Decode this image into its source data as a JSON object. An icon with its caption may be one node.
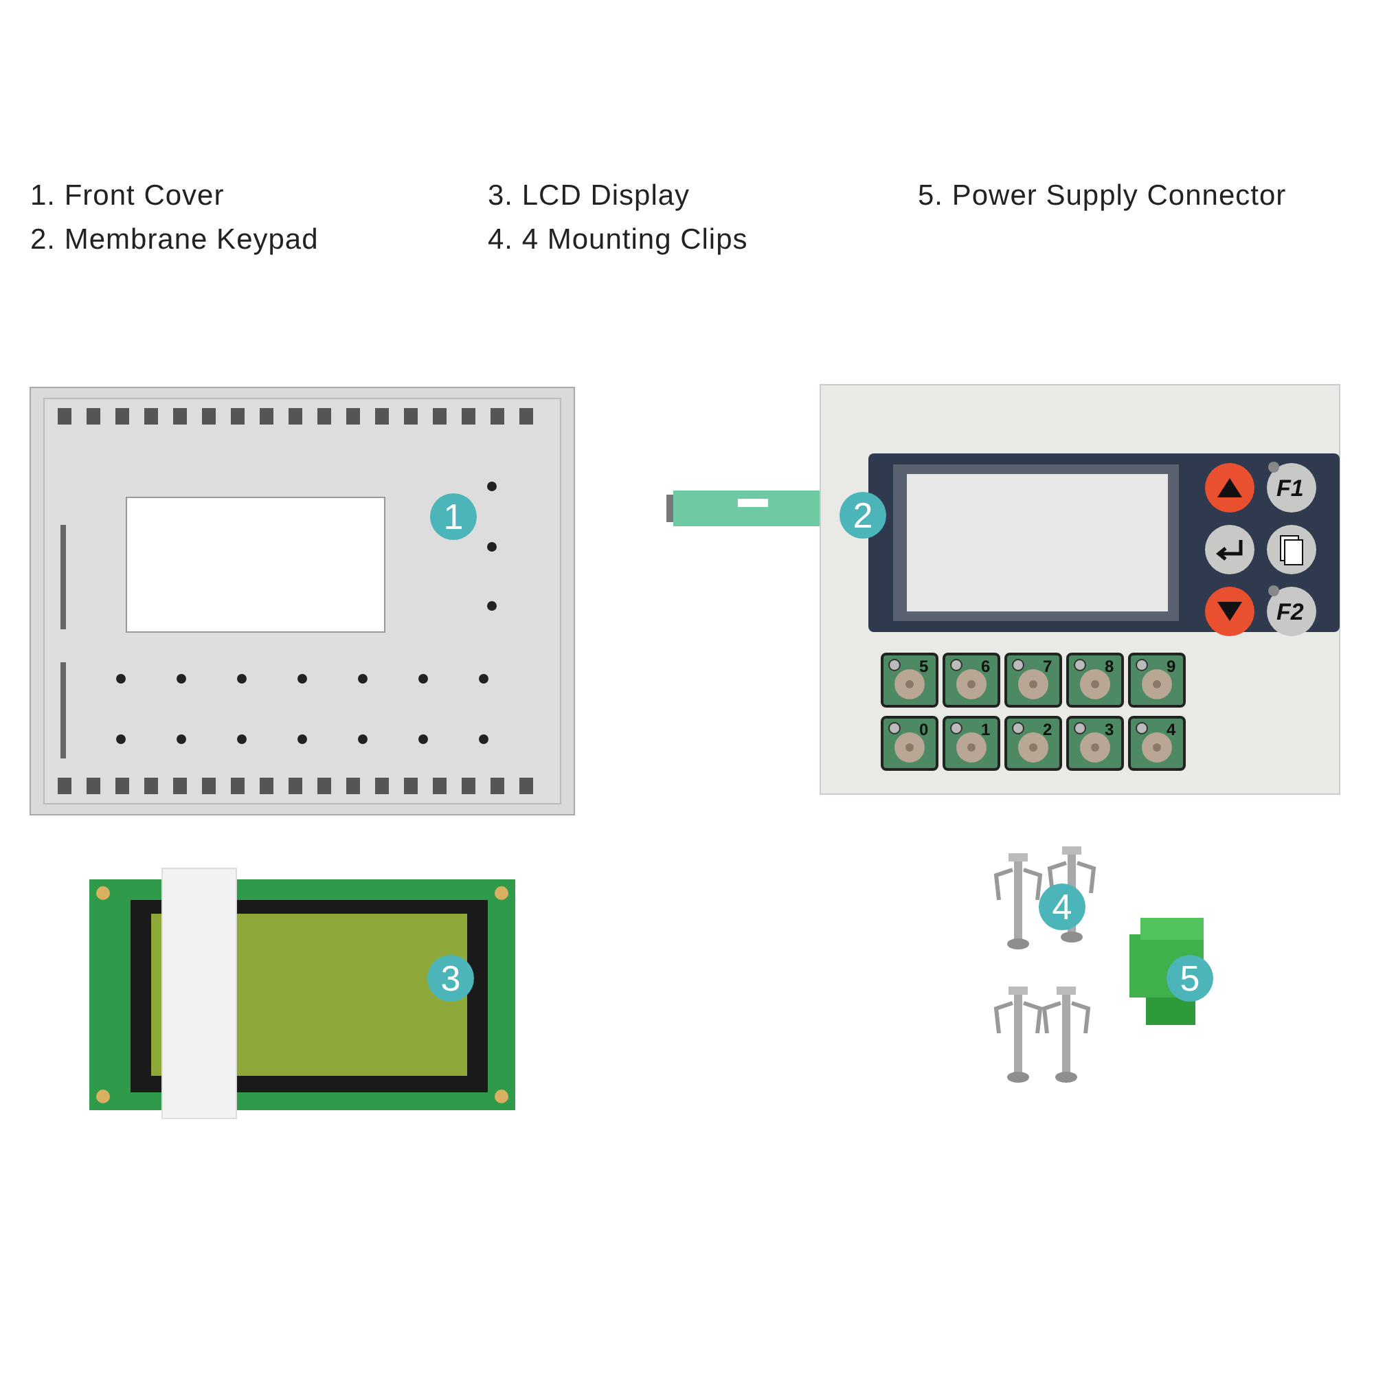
{
  "diagram": {
    "labels": [
      "1. Front Cover",
      "2. Membrane Keypad",
      "3. LCD Display",
      "4. 4 Mounting Clips",
      "5. Power Supply Connector",
      "1",
      "2",
      "3",
      "4",
      "5",
      "F1",
      "F2",
      "5",
      "6",
      "7",
      "8",
      "9",
      "0",
      "1",
      "2",
      "3",
      "4"
    ]
  }
}
